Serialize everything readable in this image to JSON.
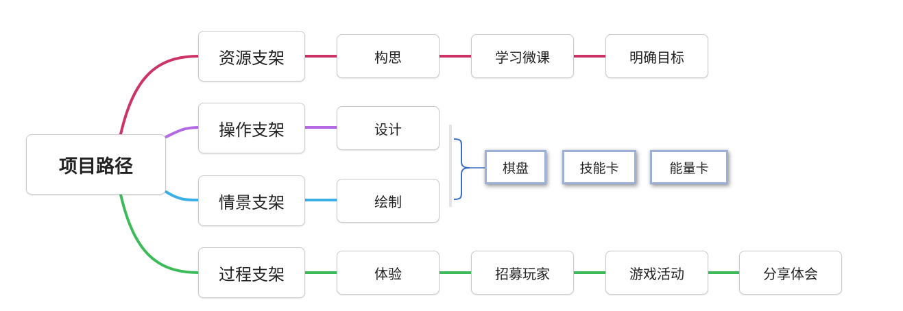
{
  "colors": {
    "resources": "#cc3366",
    "operation": "#b36ae2",
    "scenario": "#3bb0e8",
    "process": "#3dbb5a",
    "bracket": "#3a6dc4",
    "card_border": "#9db1d8",
    "node_border": "#c9c9c9"
  },
  "root": {
    "label": "项目路径"
  },
  "branches": [
    {
      "id": "resources",
      "label": "资源支架",
      "children": [
        "构思",
        "学习微课",
        "明确目标"
      ]
    },
    {
      "id": "operation",
      "label": "操作支架",
      "children": [
        "设计"
      ]
    },
    {
      "id": "scenario",
      "label": "情景支架",
      "children": [
        "绘制"
      ]
    },
    {
      "id": "process",
      "label": "过程支架",
      "children": [
        "体验",
        "招募玩家",
        "游戏活动",
        "分享体会"
      ]
    }
  ],
  "cards": [
    "棋盘",
    "技能卡",
    "能量卡"
  ]
}
